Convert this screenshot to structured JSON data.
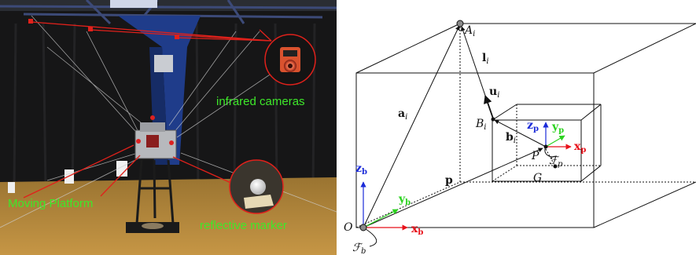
{
  "photo": {
    "captions": {
      "infrared_cameras": "infrared cameras",
      "moving_platform": "Moving Platform",
      "reflective_marker": "reflective marker"
    },
    "colors": {
      "caption": "#3ee82a",
      "pointer": "#e0211b",
      "backdrop": "#151516",
      "floor": "#b88a3a",
      "frame": "#1f3c8a"
    }
  },
  "diagram": {
    "labels": {
      "A": "A",
      "A_sub": "i",
      "B": "B",
      "B_sub": "i",
      "l": "l",
      "l_sub": "i",
      "u": "u",
      "u_sub": "i",
      "a": "a",
      "a_sub": "i",
      "b": "b",
      "b_sub": "i",
      "p": "p",
      "P": "P",
      "G": "G",
      "O": "O",
      "Fp": "ℱ",
      "Fp_sub": "p",
      "Fb": "ℱ",
      "Fb_sub": "b",
      "xb": "x",
      "xb_sub": "b",
      "yb": "y",
      "yb_sub": "b",
      "zb": "z",
      "zb_sub": "b",
      "xp": "x",
      "xp_sub": "p",
      "yp": "y",
      "yp_sub": "p",
      "zp": "z",
      "zp_sub": "p"
    },
    "colors": {
      "x_axis": "#e8121b",
      "y_axis": "#2bd21f",
      "z_axis": "#1b2bd8",
      "line": "#111111"
    }
  }
}
